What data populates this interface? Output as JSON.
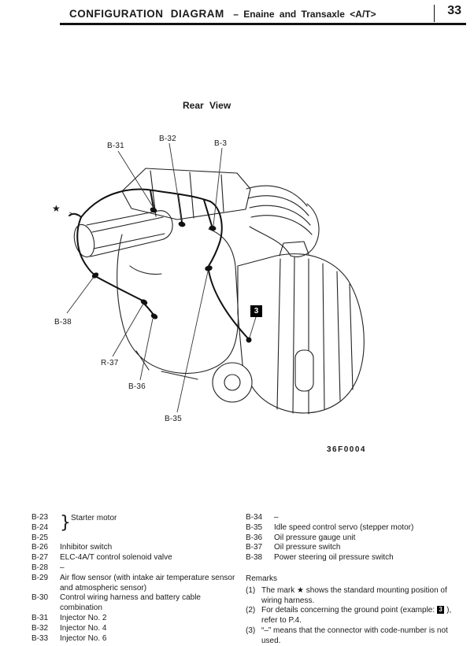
{
  "header": {
    "title": "CONFIGURATION DIAGRAM",
    "subtitle": "– Enaine and Transaxle <A/T>",
    "page_number": "33"
  },
  "diagram": {
    "view_label": "Rear View",
    "figure_code": "36F0004",
    "star": "★",
    "ground_marker": "3",
    "callouts": [
      "B-31",
      "B-32",
      "B-3",
      "B-38",
      "R-37",
      "B-36",
      "B-35"
    ]
  },
  "legend": {
    "group": {
      "codes": [
        "B-23",
        "B-24"
      ],
      "brace": "}",
      "label": "Starter motor"
    },
    "left": [
      {
        "code": "B-25",
        "desc": ""
      },
      {
        "code": "B-26",
        "desc": "Inhibitor switch"
      },
      {
        "code": "B-27",
        "desc": "ELC-4A/T control solenoid valve"
      },
      {
        "code": "B-28",
        "desc": "–"
      },
      {
        "code": "B-29",
        "desc": "Air flow sensor (with intake air temperature sensor and atmospheric sensor)"
      },
      {
        "code": "B-30",
        "desc": "Control wiring harness and battery cable combination"
      },
      {
        "code": "B-31",
        "desc": "Injector No. 2"
      },
      {
        "code": "B-32",
        "desc": "Injector No. 4"
      },
      {
        "code": "B-33",
        "desc": "Injector No. 6"
      }
    ],
    "right": [
      {
        "code": "B-34",
        "desc": "–"
      },
      {
        "code": "B-35",
        "desc": "Idle speed control servo (stepper motor)"
      },
      {
        "code": "B-36",
        "desc": "Oil pressure gauge unit"
      },
      {
        "code": "B-37",
        "desc": "Oil pressure switch"
      },
      {
        "code": "B-38",
        "desc": "Power steering oil pressure switch"
      }
    ]
  },
  "remarks": {
    "title": "Remarks",
    "items": [
      {
        "num": "(1)",
        "text": "The mark ★ shows the standard mounting position of wiring harness."
      },
      {
        "num": "(2)",
        "pre": "For details concerning the ground point (example: ",
        "marker": "3",
        "post": " ), refer to P.4."
      },
      {
        "num": "(3)",
        "text": "“–” means that the connector with code-number is not used."
      }
    ]
  }
}
